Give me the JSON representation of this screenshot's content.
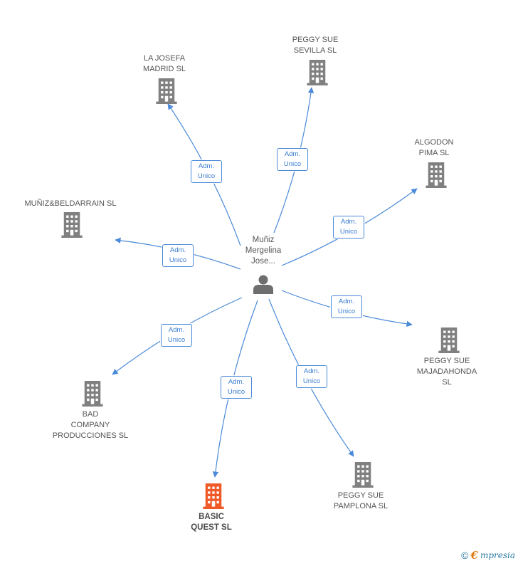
{
  "center": {
    "name": "Muñiz\nMergelina\nJose...",
    "icon": "person-icon"
  },
  "colors": {
    "edge": "#4a8ad8",
    "node": "#808080",
    "highlight": "#f05a28"
  },
  "relation_label": "Adm.\nUnico",
  "companies": [
    {
      "id": "la-josefa",
      "name": "LA JOSEFA\nMADRID  SL",
      "icon": "building-icon",
      "highlight": false
    },
    {
      "id": "peggy-sevilla",
      "name": "PEGGY SUE\nSEVILLA SL",
      "icon": "building-icon",
      "highlight": false
    },
    {
      "id": "algodon",
      "name": "ALGODON\nPIMA SL",
      "icon": "building-icon",
      "highlight": false
    },
    {
      "id": "munizbeldarrain",
      "name": "MUÑIZ&BELDARRAIN SL",
      "icon": "building-icon",
      "highlight": false
    },
    {
      "id": "peggy-majadahonda",
      "name": "PEGGY SUE\nMAJADAHONDA SL",
      "icon": "building-icon",
      "highlight": false
    },
    {
      "id": "bad-company",
      "name": "BAD\nCOMPANY\nPRODUCCIONES SL",
      "icon": "building-icon",
      "highlight": false
    },
    {
      "id": "basic-quest",
      "name": "BASIC\nQUEST SL",
      "icon": "building-icon",
      "highlight": true
    },
    {
      "id": "peggy-pamplona",
      "name": "PEGGY SUE\nPAMPLONA SL",
      "icon": "building-icon",
      "highlight": false
    }
  ],
  "footer": {
    "copyright": "©",
    "brand_initial": "€",
    "brand_rest": "mpresia"
  }
}
